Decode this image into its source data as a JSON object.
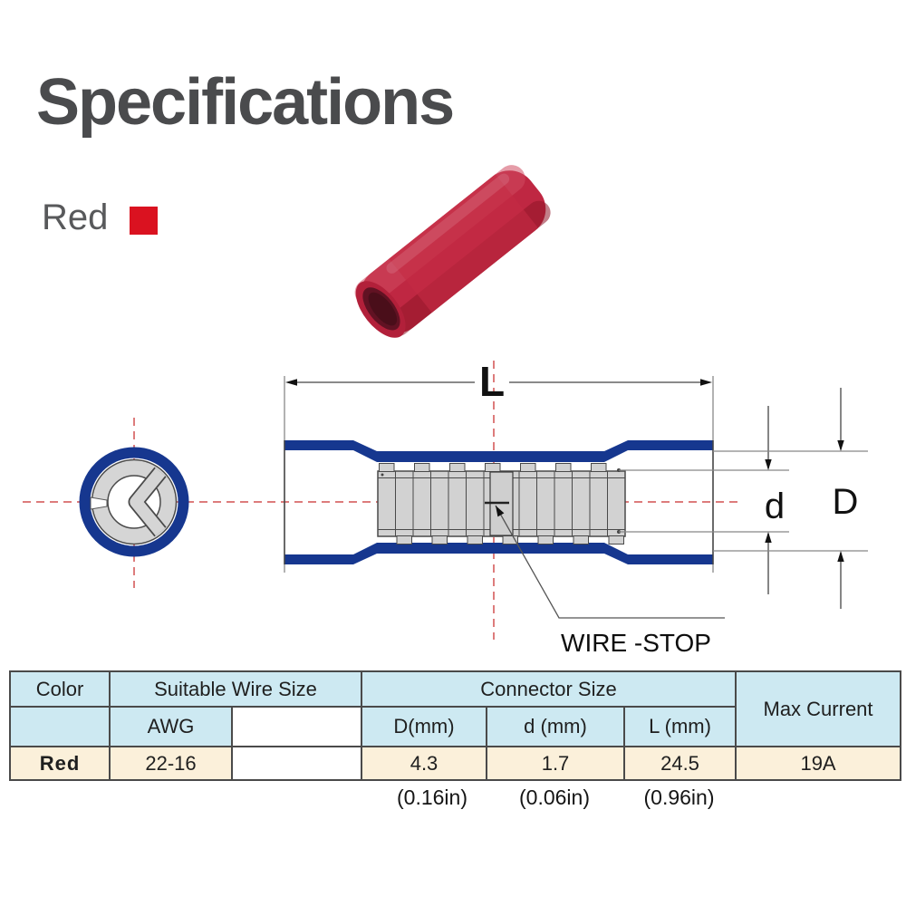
{
  "page": {
    "title": "Specifications"
  },
  "variant": {
    "label": "Red",
    "swatch_color": "#da1220"
  },
  "diagram": {
    "length_label": "L",
    "outer_diameter_label": "D",
    "inner_diameter_label": "d",
    "wire_stop_label": "WIRE -STOP",
    "colors": {
      "insulation": "#16378f",
      "metal_sleeve": "#d2d2d2",
      "centerline": "#dd7c7c"
    }
  },
  "table": {
    "headers": {
      "color": "Color",
      "suitable_wire_size": "Suitable Wire Size",
      "awg": "AWG",
      "connector_size": "Connector Size",
      "outer_diameter": "D(mm)",
      "inner_diameter": "d (mm)",
      "length": "L (mm)",
      "max_current": "Max Current"
    },
    "row": {
      "color": "Red",
      "awg": "22-16",
      "outer_diameter_mm": "4.3",
      "outer_diameter_in": "(0.16in)",
      "inner_diameter_mm": "1.7",
      "inner_diameter_in": "(0.06in)",
      "length_mm": "24.5",
      "length_in": "(0.96in)",
      "max_current": "19A"
    },
    "colors": {
      "header_bg": "#cde9f2",
      "row_bg": "#fbf0da",
      "color_name_text": "#c2246e"
    }
  }
}
